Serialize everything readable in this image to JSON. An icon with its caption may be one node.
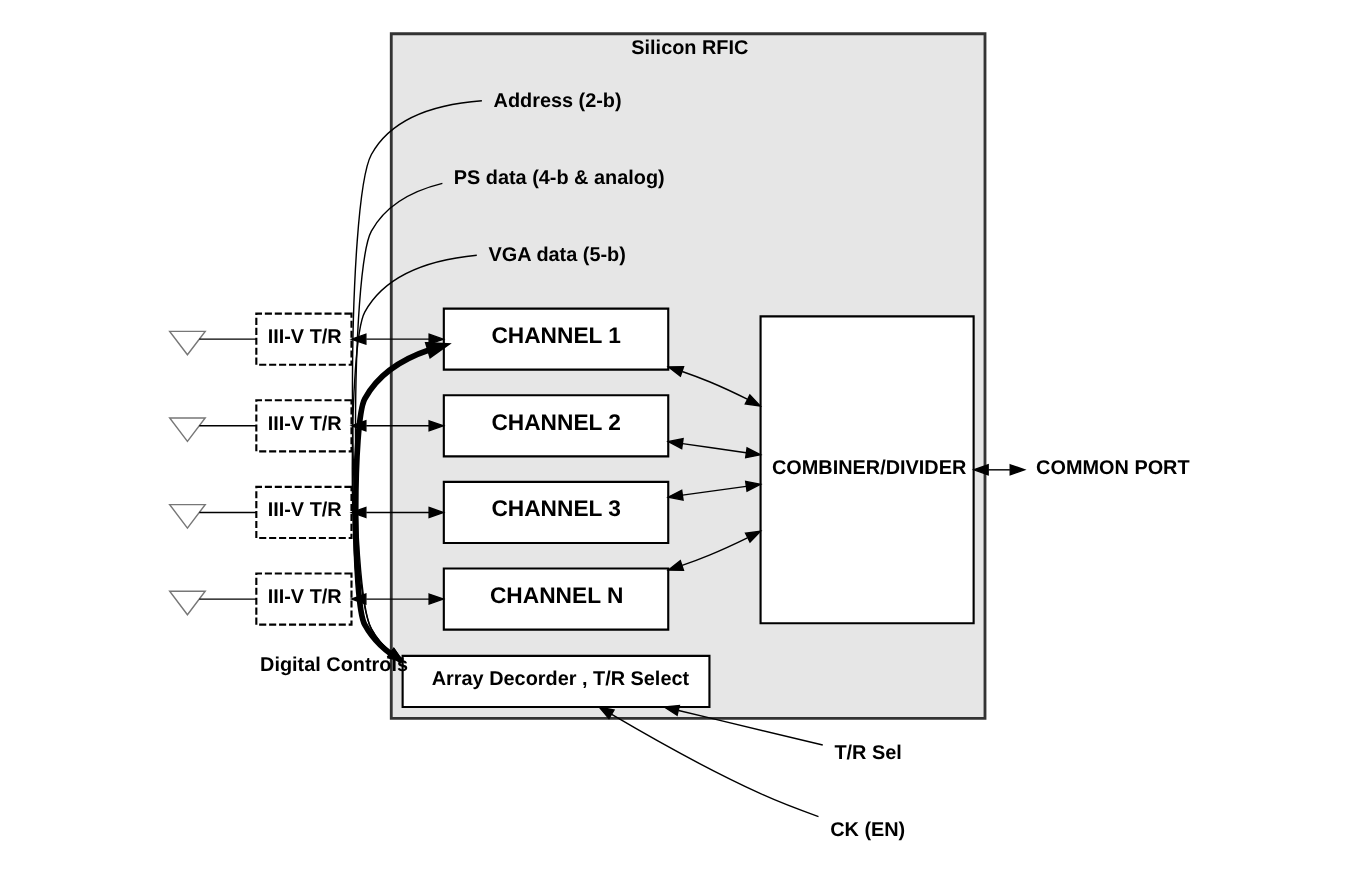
{
  "diagram": {
    "nodes": [
      {
        "text": [
          "Silicon RFIC"
        ]
      },
      {
        "text": [
          "Address (2-b)"
        ],
        "in": 0
      },
      {
        "text": [
          "PS data (4-b & analog)"
        ],
        "in": 0
      },
      {
        "text": [
          "VGA data (5-b)"
        ],
        "in": 0
      },
      {
        "text": [
          "Array Decorder , T/R Select"
        ],
        "in": 0
      },
      {
        "text": [
          "CK (EN)"
        ]
      },
      {
        "text": [
          "T/R Sel"
        ]
      },
      {
        "text": [
          "CHANNEL 1"
        ],
        "in": 0
      },
      {
        "text": [
          "CHANNEL 2"
        ],
        "in": 0
      },
      {
        "text": [
          "CHANNEL 3"
        ],
        "in": 0
      },
      {
        "text": [
          "CHANNEL N"
        ],
        "in": 0
      },
      {
        "text": [
          "COMBINER/DIVIDER"
        ],
        "in": 0
      },
      {
        "text": [
          "COMMON PORT"
        ]
      },
      {
        "text": [
          "III-V T/R"
        ]
      },
      {
        "text": [
          "III-V T/R"
        ]
      },
      {
        "text": [
          "III-V T/R"
        ]
      },
      {
        "text": [
          "III-V T/R"
        ]
      },
      {
        "text": [],
        "shape": "antenna"
      },
      {
        "text": [],
        "shape": "antenna"
      },
      {
        "text": [],
        "shape": "antenna"
      },
      {
        "text": [],
        "shape": "antenna"
      }
    ],
    "edges": [
      {
        "from": 1,
        "to": 4,
        "arrow": "to"
      },
      {
        "from": 2,
        "to": 4,
        "arrow": "to"
      },
      {
        "from": 3,
        "to": 4,
        "arrow": "to"
      },
      {
        "from": 5,
        "to": 4,
        "arrow": "to"
      },
      {
        "from": 6,
        "to": 4,
        "arrow": "to"
      },
      {
        "from": 4,
        "to": 7,
        "arrow": "to",
        "label": "Digital Controls",
        "style": "thick"
      },
      {
        "from": 17,
        "to": 13,
        "arrow": "none"
      },
      {
        "from": 18,
        "to": 14,
        "arrow": "none"
      },
      {
        "from": 19,
        "to": 15,
        "arrow": "none"
      },
      {
        "from": 20,
        "to": 16,
        "arrow": "none"
      },
      {
        "from": 13,
        "to": 7,
        "arrow": "both"
      },
      {
        "from": 14,
        "to": 8,
        "arrow": "both"
      },
      {
        "from": 15,
        "to": 9,
        "arrow": "both"
      },
      {
        "from": 16,
        "to": 10,
        "arrow": "both"
      },
      {
        "from": 7,
        "to": 11,
        "arrow": "both"
      },
      {
        "from": 8,
        "to": 11,
        "arrow": "both"
      },
      {
        "from": 9,
        "to": 11,
        "arrow": "both"
      },
      {
        "from": 10,
        "to": 11,
        "arrow": "both"
      },
      {
        "from": 11,
        "to": 12,
        "arrow": "both"
      }
    ]
  }
}
